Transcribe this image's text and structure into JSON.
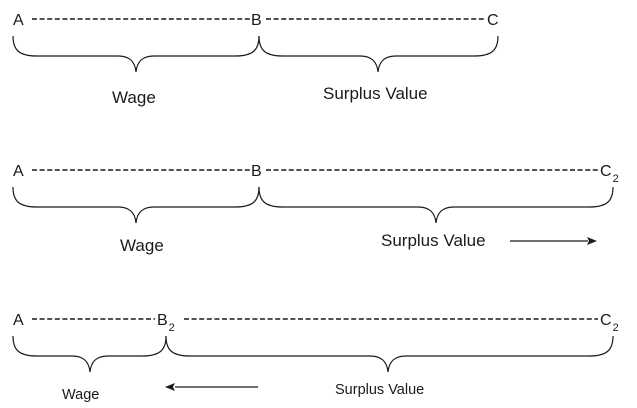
{
  "diagrams": [
    {
      "points": {
        "start": "A",
        "mid": "B",
        "mid_sub": "",
        "end": "C",
        "end_sub": ""
      },
      "labels": {
        "wage": "Wage",
        "surplus": "Surplus Value"
      },
      "arrow": "none"
    },
    {
      "points": {
        "start": "A",
        "mid": "B",
        "mid_sub": "",
        "end": "C",
        "end_sub": "2"
      },
      "labels": {
        "wage": "Wage",
        "surplus": "Surplus Value"
      },
      "arrow": "right"
    },
    {
      "points": {
        "start": "A",
        "mid": "B",
        "mid_sub": "2",
        "end": "C",
        "end_sub": "2"
      },
      "labels": {
        "wage": "Wage",
        "surplus": "Surplus Value"
      },
      "arrow": "left"
    }
  ]
}
